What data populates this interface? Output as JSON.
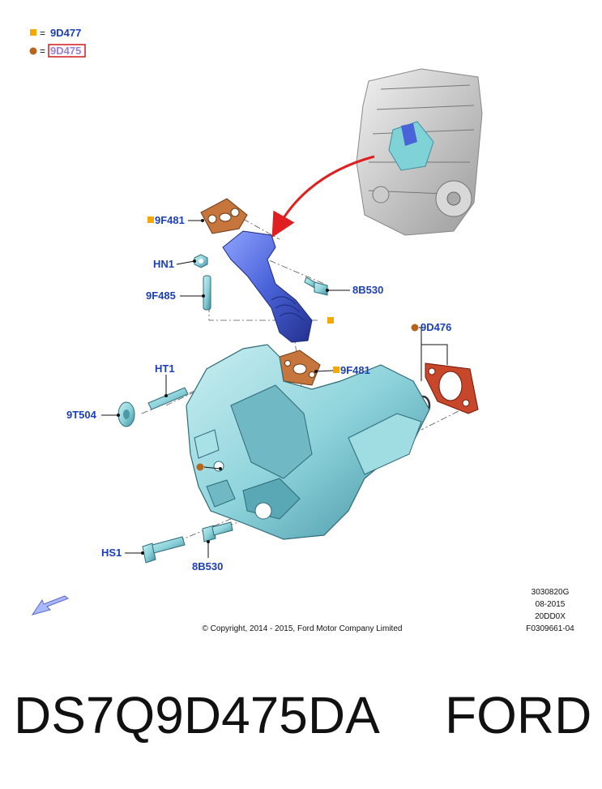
{
  "legend": {
    "square_eq": "=",
    "square_code": "9D477",
    "circle_eq": "=",
    "circle_code": "9D475"
  },
  "callouts": {
    "gasket_top": "9F481",
    "nut_hn1": "HN1",
    "stud_9f485": "9F485",
    "bolt_8b530_upper": "8B530",
    "gasket_9d476": "9D476",
    "stud_ht1": "HT1",
    "gasket_mid": "9F481",
    "bolt_9t504": "9T504",
    "bolt_hs1": "HS1",
    "bolt_8b530_lower": "8B530"
  },
  "meta": {
    "line1": "3030820G",
    "line2": "08-2015",
    "line3": "20DD0X",
    "line4": "F0309661-04"
  },
  "copyright": "© Copyright, 2014 - 2015, Ford Motor Company Limited",
  "footer": {
    "part_number": "DS7Q9D475DA",
    "brand": "FORD"
  },
  "colors": {
    "callout": "#1c3fb8",
    "square_marker": "#f5a800",
    "circle_marker": "#b5651d",
    "highlight_box": "#d11a1a",
    "gasket_orange": "#c6763c",
    "gasket_red": "#c8462a",
    "pipe_blue": "#4a63d8",
    "part_cyan": "#7fd3d6",
    "arrow_red": "#e02020"
  }
}
